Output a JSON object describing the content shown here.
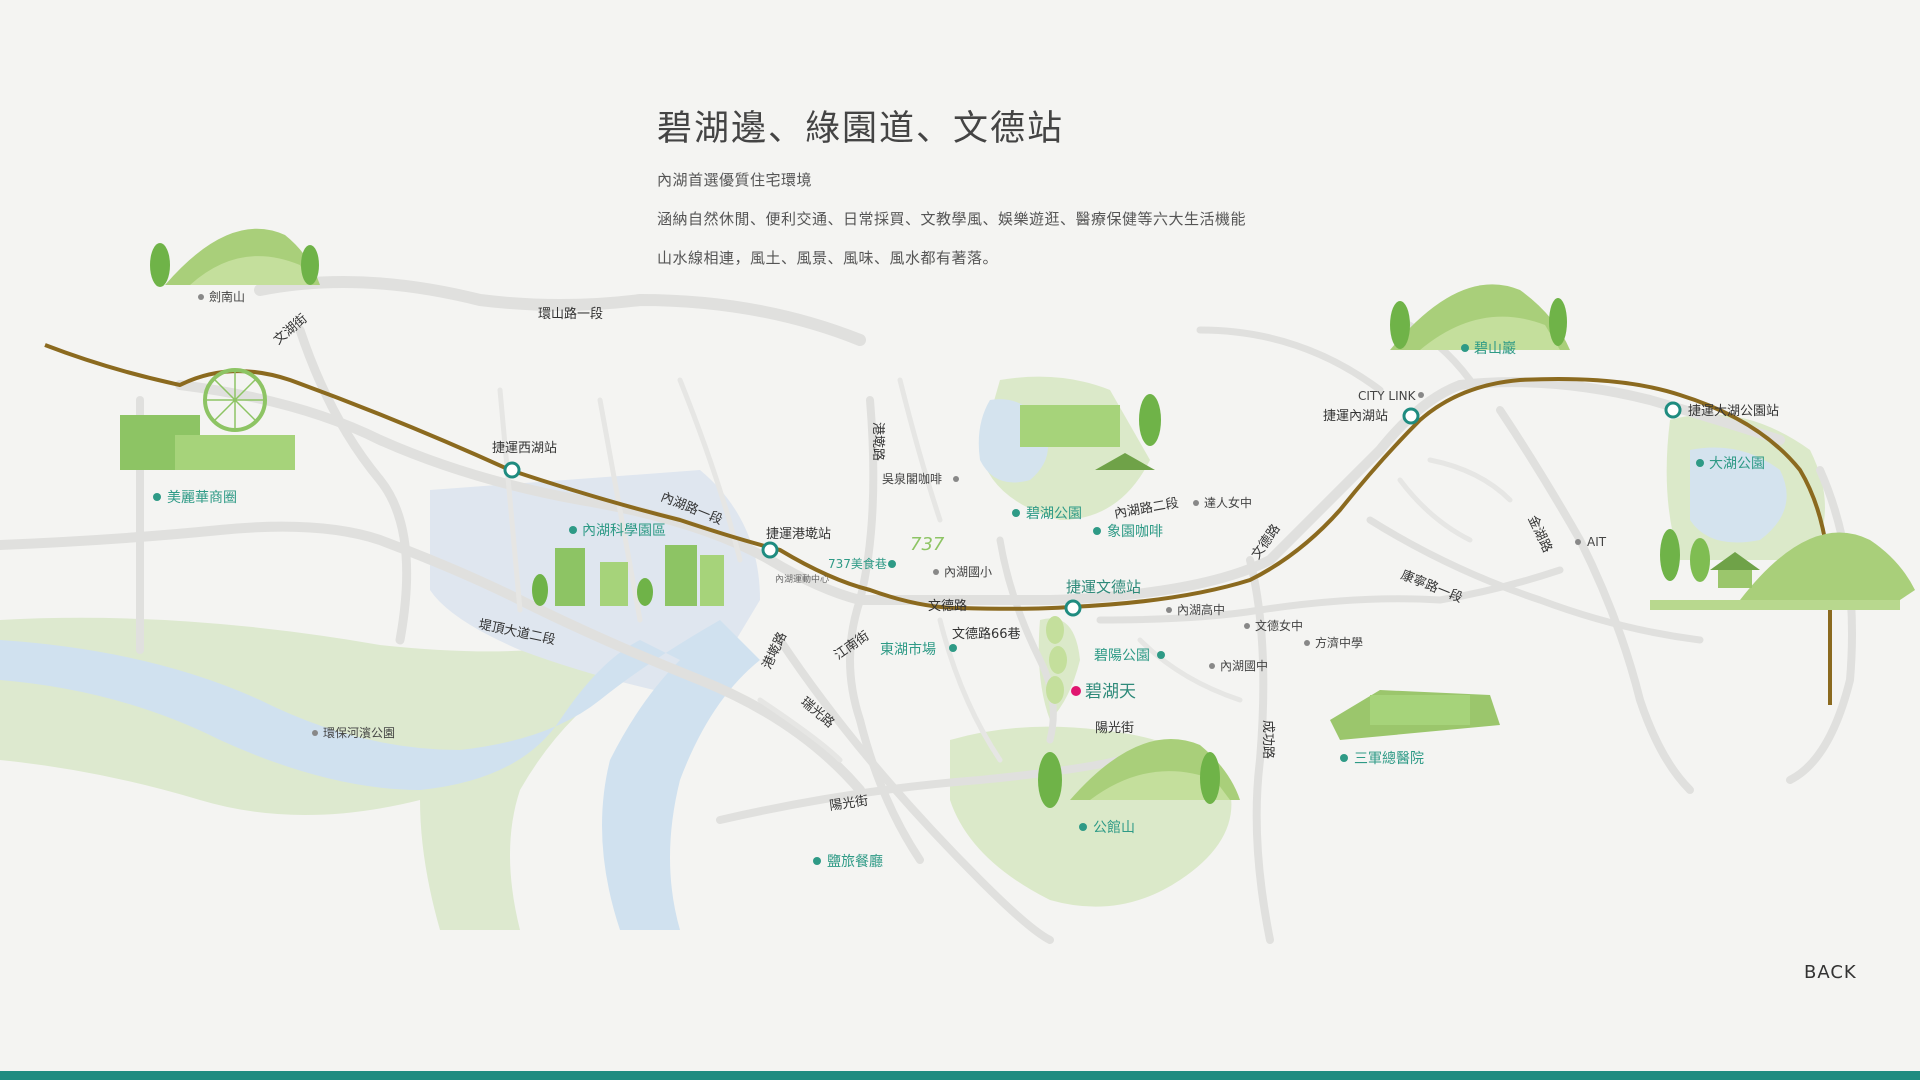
{
  "header": {
    "title": "碧湖邊、綠園道、文德站",
    "lines": [
      "內湖首選優質住宅環境",
      "涵納自然休閒、便利交通、日常採買、文教學風、娛樂遊逛、醫療保健等六大生活機能",
      "山水線相連，風土、風景、風味、風水都有著落。"
    ]
  },
  "map": {
    "roads": {
      "wenhu": "文湖街",
      "huanshan": "環山路一段",
      "neihu1": "內湖路一段",
      "neihu2": "內湖路二段",
      "gangqian": "港墘路",
      "wende": "文德路",
      "wende66": "文德路66巷",
      "jiangnan": "江南街",
      "gangqian2": "港墘路",
      "ruiguang": "瑞光路",
      "yangguang1": "陽光街",
      "yangguang2": "陽光街",
      "diding": "堤頂大道二段",
      "chenggong": "成功路",
      "kangning": "康寧路一段",
      "jinhu": "金湖路",
      "wende2": "文德路"
    },
    "stations": {
      "xihu": "捷運西湖站",
      "gangqian": "捷運港墘站",
      "wende": "捷運文德站",
      "neihu": "捷運內湖站",
      "dahu": "捷運大湖公園站"
    },
    "places": {
      "jiannan": "劍南山",
      "huabo": "美麗華商圈",
      "sci": "內湖科學園區",
      "bihu_park": "碧湖公園",
      "zhiyuan": "象園咖啡",
      "dahu_park": "大湖公園",
      "bishan": "碧山巖",
      "shizheng": "737美食巷",
      "yaxiang": "東湖市場",
      "bihu_nature": "碧湖天",
      "zhongqiu": "公館山",
      "sanjun": "三軍總醫院",
      "yuanxu": "環保河濱公園",
      "luye": "鹽旅餐廳",
      "yangming": "碧陽公園",
      "wenhu_elem": "內湖國小",
      "neihu_high": "內湖高中",
      "zhongxin": "達人女中",
      "wenyuan": "文德女中",
      "fangji": "方濟中學",
      "neihu_jr": "內湖國中",
      "sports": "內湖運動中心",
      "sunfun": "吳泉閣咖啡",
      "citylink": "CITY LINK",
      "ait": "AIT",
      "logo737": "737"
    }
  },
  "colors": {
    "mrt_line": "#8b6a1f",
    "river": "#cfe0ee",
    "green_area": "#d9e8c8",
    "road": "#e2e2e0",
    "accent_teal": "#2e9a86",
    "site_pink": "#e0166f",
    "bottom_bar": "#1f8c80"
  },
  "nav": {
    "back": "BACK"
  }
}
